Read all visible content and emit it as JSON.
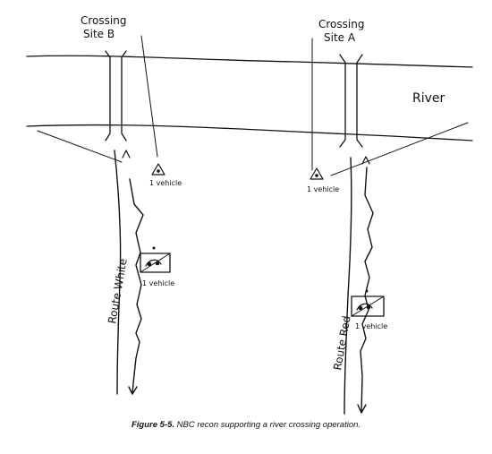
{
  "labels": {
    "crossing_site_b": [
      "Crossing",
      "Site B"
    ],
    "crossing_site_a": [
      "Crossing",
      "Site A"
    ],
    "river": "River",
    "route_white": "Route White",
    "route_red": "Route Red",
    "vehicle_note": "1 vehicle"
  },
  "caption": {
    "figure_number": "Figure 5-5.",
    "text": "NBC recon supporting a river crossing operation."
  }
}
